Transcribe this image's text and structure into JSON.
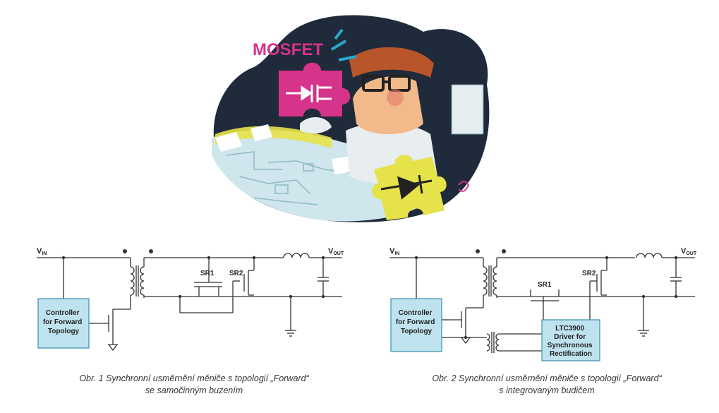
{
  "illustration": {
    "mosfet_label": "MOSFET"
  },
  "diagram1": {
    "vin_label": "V",
    "vin_sub": "IN",
    "vout_label": "V",
    "vout_sub": "OUT",
    "controller_lines": [
      "Controller",
      "for Forward",
      "Topology"
    ],
    "sr1_label": "SR1",
    "sr2_label": "SR2"
  },
  "diagram2": {
    "vin_label": "V",
    "vin_sub": "IN",
    "vout_label": "V",
    "vout_sub": "OUT",
    "controller_lines": [
      "Controller",
      "for Forward",
      "Topology"
    ],
    "sr1_label": "SR1",
    "sr2_label": "SR2",
    "driver_lines": [
      "LTC3900",
      "Driver for",
      "Synchronous",
      "Rectification"
    ]
  },
  "captions": {
    "fig1_line1": "Obr. 1  Synchronní usměrnění měniče s topologií „Forward“",
    "fig1_line2": "se samočinným buzením",
    "fig2_line1": "Obr. 2  Synchronní usměrnění měniče s topologií „Forward“",
    "fig2_line2": "s integrovaným budičem"
  },
  "colors": {
    "block_fill": "#bfe3ee",
    "block_stroke": "#3b8fb0",
    "wire": "#333333",
    "puzzle_magenta": "#d6338a",
    "puzzle_yellow": "#e6e24a",
    "blob_dark": "#1f2a3a"
  }
}
